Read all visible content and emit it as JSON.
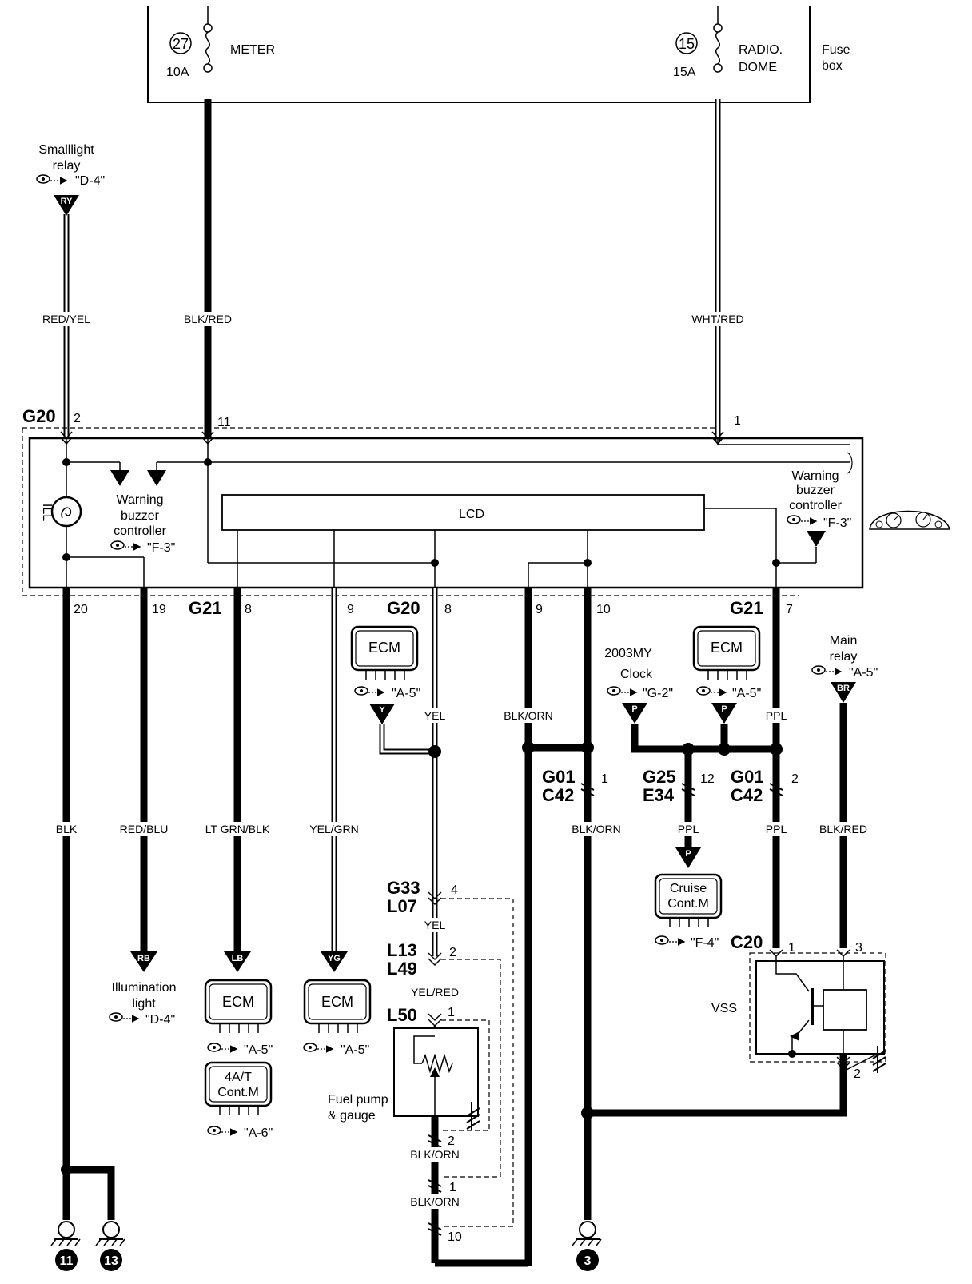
{
  "fuse_box": {
    "label_line1": "Fuse",
    "label_line2": "box",
    "fuses": [
      {
        "num": "27",
        "amps": "10A",
        "name": "METER",
        "name_line2": ""
      },
      {
        "num": "15",
        "amps": "15A",
        "name": "RADIO.",
        "name_line2": "DOME"
      }
    ]
  },
  "smalllight_relay": {
    "line1": "Smalllight",
    "line2": "relay",
    "ref": "\"D-4\"",
    "tag": "RY"
  },
  "wires": {
    "red_yel": "RED/YEL",
    "blk_red_top": "BLK/RED",
    "wht_red": "WHT/RED",
    "blk": "BLK",
    "red_blu": "RED/BLU",
    "lt_grn_blk": "LT GRN/BLK",
    "yel_grn": "YEL/GRN",
    "yel_1": "YEL",
    "yel_2": "YEL",
    "yel_red": "YEL/RED",
    "blk_orn_1": "BLK/ORN",
    "blk_orn_2": "BLK/ORN",
    "blk_orn_3": "BLK/ORN",
    "blk_orn_4": "BLK/ORN",
    "ppl_1": "PPL",
    "ppl_2": "PPL",
    "ppl_3": "PPL",
    "blk_red_right": "BLK/RED"
  },
  "connectors": {
    "g20_top": "G20",
    "g20_bottom": "G20",
    "g21_left": "G21",
    "g21_right": "G21",
    "g01_left": "G01",
    "c42_left": "C42",
    "g25": "G25",
    "e34": "E34",
    "g01_right": "G01",
    "c42_right": "C42",
    "g33": "G33",
    "l07": "L07",
    "l13": "L13",
    "l49": "L49",
    "l50": "L50",
    "c20": "C20"
  },
  "pins": {
    "p2": "2",
    "p11": "11",
    "p1": "1",
    "p20": "20",
    "p19": "19",
    "p8a": "8",
    "p9a": "9",
    "p8b": "8",
    "p9b": "9",
    "p10": "10",
    "p7": "7",
    "g01_1": "1",
    "g25_12": "12",
    "g01_2": "2",
    "g33_4": "4",
    "l13_2": "2",
    "l50_1": "1",
    "l50_2": "2",
    "l50_1b": "1",
    "l50_10": "10",
    "c20_1": "1",
    "c20_3": "3",
    "c20_2": "2"
  },
  "meter": {
    "ill": "ILL",
    "lcd": "LCD",
    "wbc_left": [
      "Warning",
      "buzzer",
      "controller"
    ],
    "wbc_left_ref": "\"F-3\"",
    "wbc_right": [
      "Warning",
      "buzzer",
      "controller"
    ],
    "wbc_right_ref": "\"F-3\""
  },
  "components": {
    "ecm": "ECM",
    "ecm_a5": "\"A-5\"",
    "y_tag": "Y",
    "clock_line1": "2003MY",
    "clock_line2": "Clock",
    "clock_ref": "\"G-2\"",
    "p_tag": "P",
    "main_relay_line1": "Main",
    "main_relay_line2": "relay",
    "main_relay_ref": "\"A-5\"",
    "br_tag": "BR",
    "cruise_line1": "Cruise",
    "cruise_line2": "Cont.M",
    "cruise_ref": "\"F-4\"",
    "vss": "VSS",
    "rb_tag": "RB",
    "lb_tag": "LB",
    "yg_tag": "YG",
    "illum_line1": "Illumination",
    "illum_line2": "light",
    "illum_ref": "\"D-4\"",
    "ecm_lb_ref": "\"A-5\"",
    "ecm_yg_ref": "\"A-5\"",
    "at_line1": "4A/T",
    "at_line2": "Cont.M",
    "at_ref": "\"A-6\"",
    "fuel_line1": "Fuel pump",
    "fuel_line2": "& gauge"
  },
  "grounds": [
    "11",
    "13",
    "3"
  ]
}
